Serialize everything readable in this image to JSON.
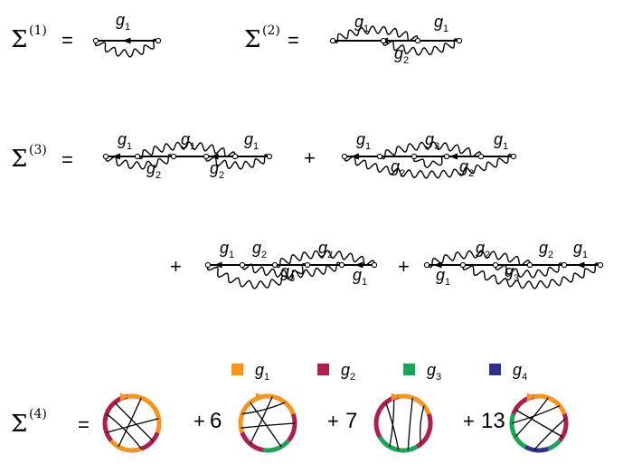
{
  "symbols": {
    "sigma": "Σ",
    "equals": "=",
    "plus": "+",
    "orders": [
      "(1)",
      "(2)",
      "(3)",
      "(4)"
    ]
  },
  "coupling_letter": "g",
  "coupling_subscripts": [
    "1",
    "2",
    "3",
    "4"
  ],
  "legend": [
    {
      "name": "g",
      "sub": "1",
      "color": "#f7941d"
    },
    {
      "name": "g",
      "sub": "2",
      "color": "#b01e4e"
    },
    {
      "name": "g",
      "sub": "3",
      "color": "#1aa557"
    },
    {
      "name": "g",
      "sub": "4",
      "color": "#2e3192"
    }
  ],
  "coefficients": [
    "6",
    "7",
    "13"
  ],
  "colors": {
    "line": "#000000",
    "vertex_fill": "#ffffff"
  }
}
